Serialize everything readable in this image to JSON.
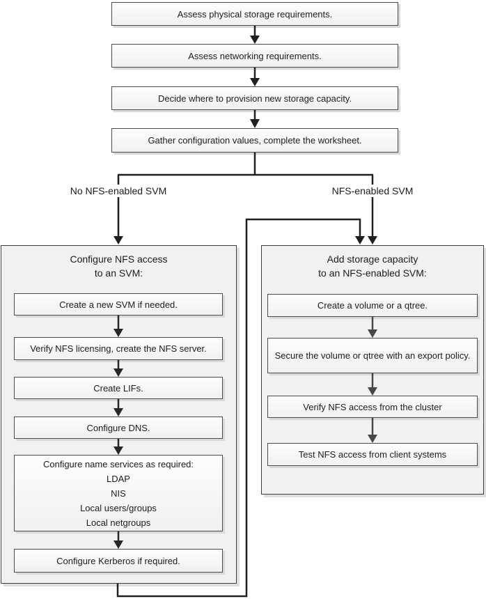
{
  "diagram": {
    "top_steps": [
      "Assess physical storage requirements.",
      "Assess networking requirements.",
      "Decide where to provision new storage capacity.",
      "Gather configuration values, complete the worksheet."
    ],
    "branches": {
      "left_label": "No NFS-enabled SVM",
      "right_label": "NFS-enabled SVM"
    },
    "left_group": {
      "title": "Configure NFS access\nto an SVM:",
      "steps": [
        "Create a new SVM if needed.",
        "Verify NFS licensing, create the NFS server.",
        "Create LIFs.",
        "Configure DNS.",
        "Configure name services as required:\nLDAP\nNIS\nLocal users/groups\nLocal netgroups",
        "Configure Kerberos if required."
      ]
    },
    "right_group": {
      "title": "Add storage capacity\nto an NFS-enabled SVM:",
      "steps": [
        "Create a volume or a qtree.",
        "Secure the volume or qtree with an export policy.",
        "Verify NFS access from the cluster",
        "Test NFS access from client systems"
      ]
    },
    "colors": {
      "connector_main": "#1f1f1f",
      "connector_secondary": "#474747",
      "box_border": "#4a4a4a",
      "container_fill": "#f1f1f2",
      "shadow": "#d9d9d9"
    }
  }
}
